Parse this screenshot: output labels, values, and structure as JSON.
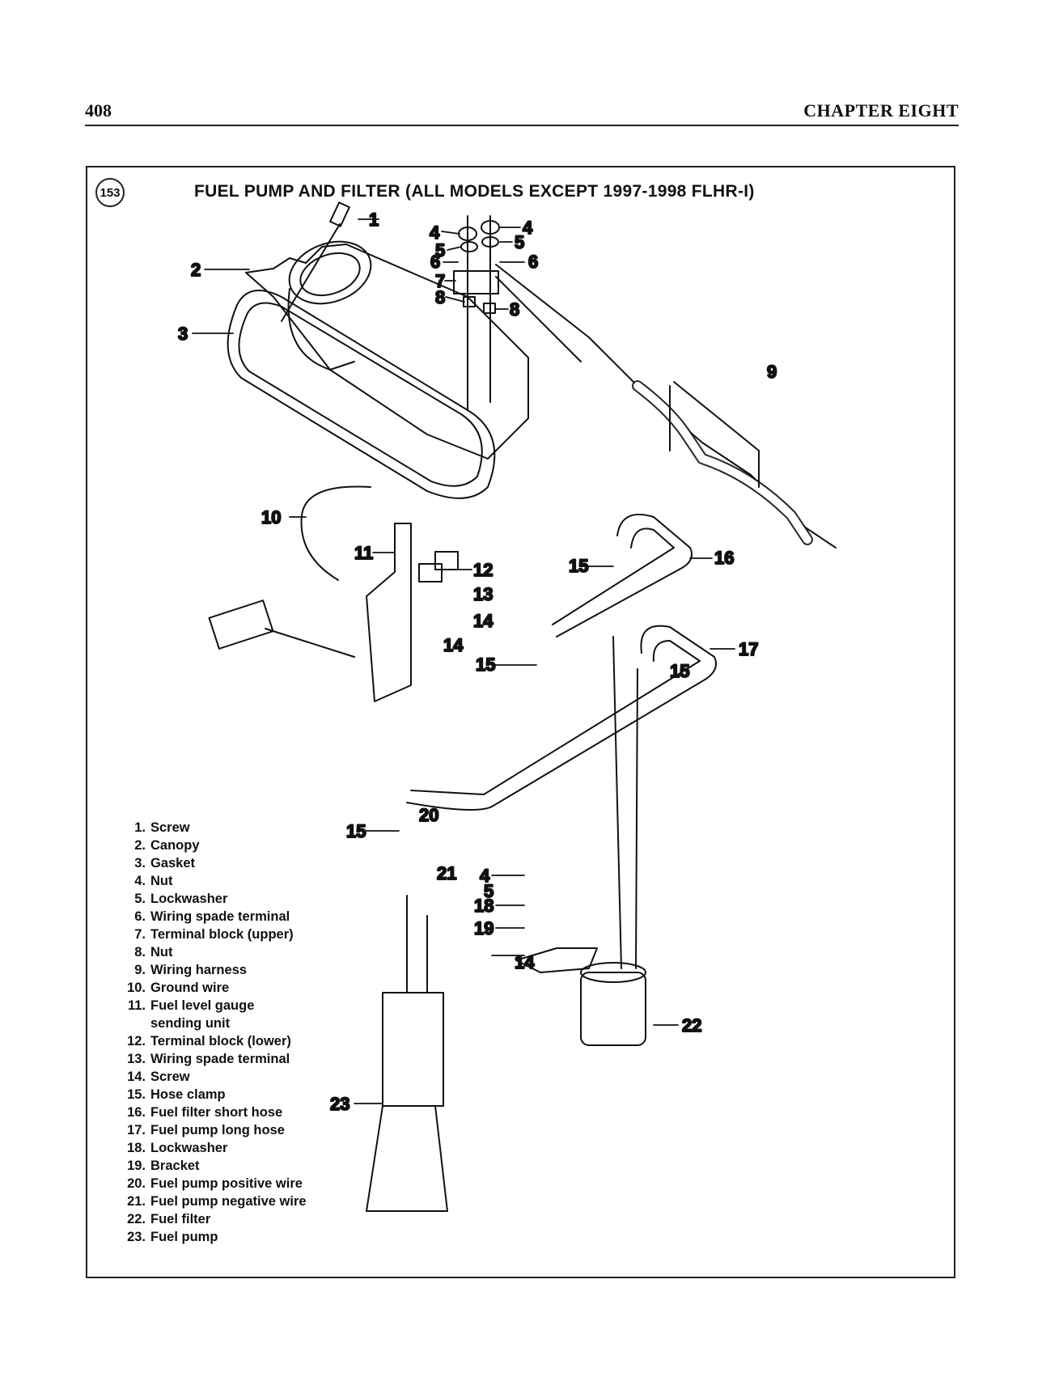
{
  "header": {
    "page_number": "408",
    "chapter": "CHAPTER EIGHT"
  },
  "figure": {
    "number": "153",
    "title": "FUEL PUMP AND FILTER (ALL MODELS EXCEPT 1997-1998 FLHR-I)",
    "callouts": [
      "1",
      "2",
      "3",
      "4",
      "4",
      "5",
      "5",
      "6",
      "6",
      "7",
      "8",
      "8",
      "9",
      "10",
      "11",
      "12",
      "13",
      "14",
      "14",
      "14",
      "15",
      "15",
      "15",
      "15",
      "16",
      "17",
      "18",
      "19",
      "20",
      "21",
      "4",
      "5",
      "22",
      "23"
    ]
  },
  "legend": [
    {
      "num": "1.",
      "text": "Screw"
    },
    {
      "num": "2.",
      "text": "Canopy"
    },
    {
      "num": "3.",
      "text": "Gasket"
    },
    {
      "num": "4.",
      "text": "Nut"
    },
    {
      "num": "5.",
      "text": "Lockwasher"
    },
    {
      "num": "6.",
      "text": "Wiring spade terminal"
    },
    {
      "num": "7.",
      "text": "Terminal block (upper)"
    },
    {
      "num": "8.",
      "text": "Nut"
    },
    {
      "num": "9.",
      "text": "Wiring harness"
    },
    {
      "num": "10.",
      "text": "Ground wire"
    },
    {
      "num": "11.",
      "text": "Fuel level gauge\nsending unit"
    },
    {
      "num": "12.",
      "text": "Terminal block (lower)"
    },
    {
      "num": "13.",
      "text": "Wiring spade terminal"
    },
    {
      "num": "14.",
      "text": "Screw"
    },
    {
      "num": "15.",
      "text": "Hose clamp"
    },
    {
      "num": "16.",
      "text": "Fuel filter short hose"
    },
    {
      "num": "17.",
      "text": "Fuel pump long hose"
    },
    {
      "num": "18.",
      "text": "Lockwasher"
    },
    {
      "num": "19.",
      "text": "Bracket"
    },
    {
      "num": "20.",
      "text": "Fuel pump positive wire"
    },
    {
      "num": "21.",
      "text": "Fuel pump negative wire"
    },
    {
      "num": "22.",
      "text": "Fuel filter"
    },
    {
      "num": "23.",
      "text": "Fuel pump"
    }
  ]
}
